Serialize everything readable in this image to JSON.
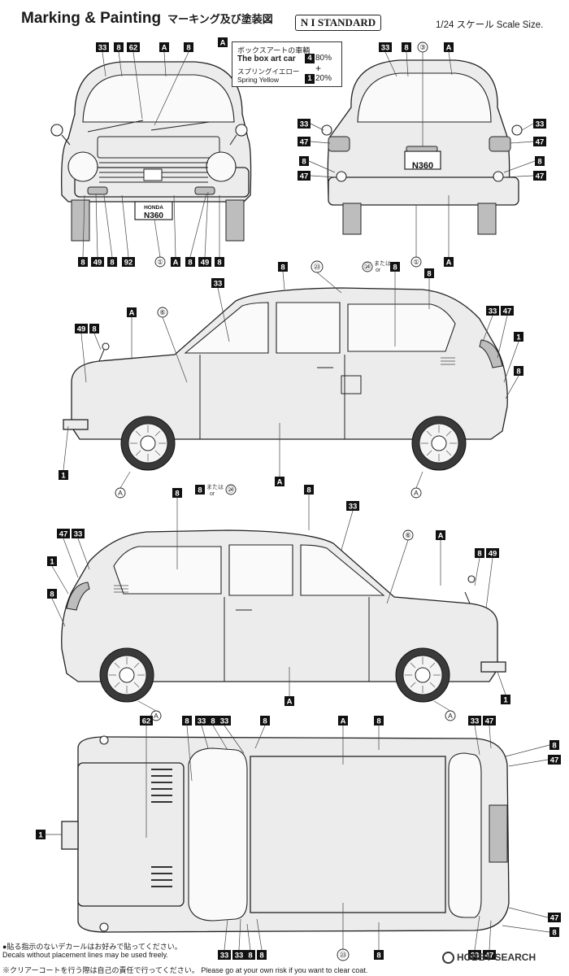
{
  "header": {
    "title": "Marking & Painting",
    "title_jp": "マーキング及び塗装図",
    "standard": "N I STANDARD",
    "scale": "1/24 スケール Scale Size."
  },
  "box_art": {
    "line1_jp": "ボックスアートの車輌",
    "line2_en": "The box art car",
    "line3_jp": "スプリングイエロー",
    "line4_en": "Spring Yellow",
    "color1_code": "4",
    "color1_pct": "80%",
    "plus": "+",
    "color2_code": "1",
    "color2_pct": "20%"
  },
  "plates": {
    "brand": "HONDA",
    "model": "N360"
  },
  "callouts": {
    "or_jp": "または",
    "or_en": "or",
    "front": {
      "top": [
        "33",
        "8",
        "62",
        "A",
        "8"
      ],
      "bottom": [
        "8",
        "49",
        "8",
        "92",
        "①",
        "A",
        "8",
        "49",
        "8"
      ]
    },
    "rear": {
      "top": [
        "33",
        "8",
        "③",
        "A"
      ],
      "left": [
        "33",
        "47",
        "8",
        "47"
      ],
      "right": [
        "33",
        "47",
        "8",
        "47"
      ],
      "bottom": [
        "①",
        "A"
      ]
    },
    "side1": [
      "8",
      "㉓",
      "㉔",
      "8",
      "8",
      "33",
      "A",
      "⑥",
      "49",
      "8",
      "33",
      "47",
      "1",
      "8",
      "A",
      "A",
      "1",
      "A"
    ],
    "side2": [
      "8",
      "8",
      "㉔",
      "8",
      "33",
      "47",
      "33",
      "1",
      "⑥",
      "A",
      "8",
      "49",
      "8",
      "A",
      "1",
      "A",
      "A"
    ],
    "top": [
      "62",
      "8",
      "33",
      "8",
      "33",
      "8",
      "A",
      "8",
      "33",
      "47",
      "8",
      "47",
      "1",
      "47",
      "8",
      "33",
      "33",
      "8",
      "8",
      "㉓",
      "8",
      "33",
      "47"
    ]
  },
  "footer": {
    "line1": "●貼る指示のないデカールはお好みで貼ってください。",
    "line2": "Decals without placement lines may be used freely.",
    "line3": "※クリアーコートを行う際は自己の責任で行ってください。 Please go at your own risk if you want to clear coat."
  },
  "watermark": "HOBBY SEARCH"
}
